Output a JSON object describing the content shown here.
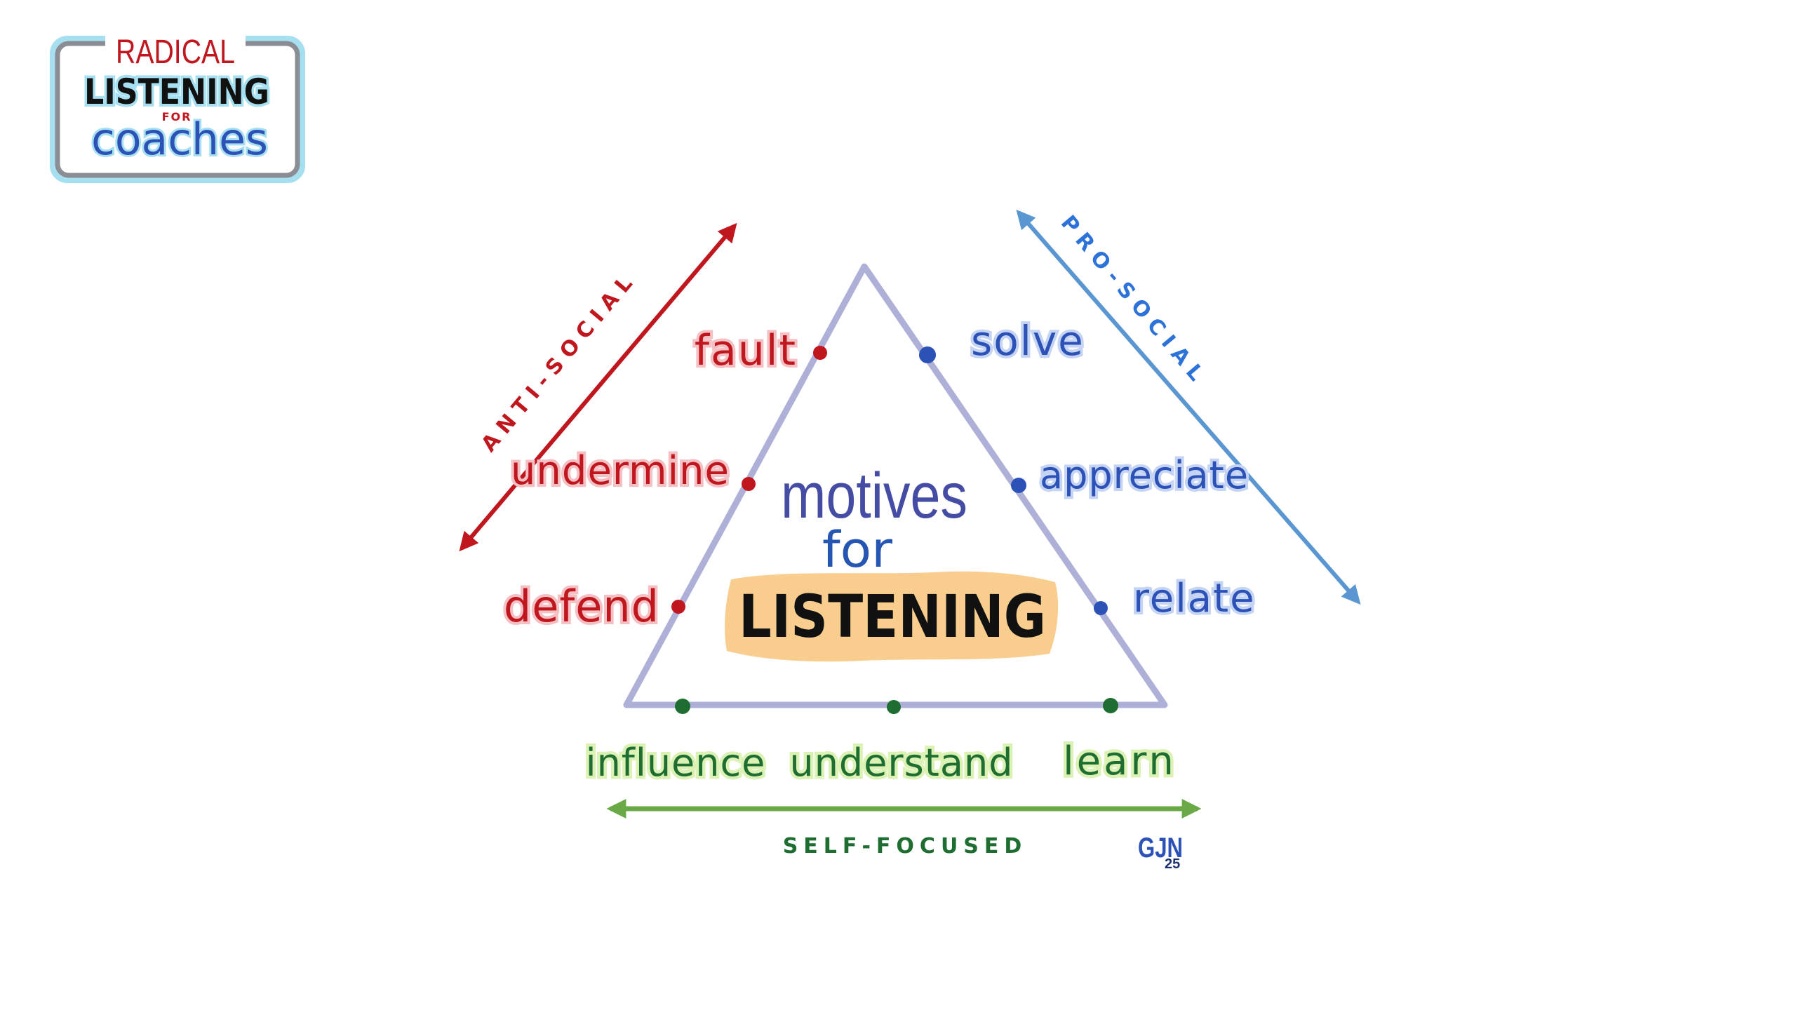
{
  "logo": {
    "line1": "RADICAL",
    "line2": "LISTENING",
    "line3": "FOR",
    "line4": "coaches"
  },
  "center": {
    "line1": "motives",
    "line2": "for",
    "line3": "LISTENING"
  },
  "anti_social": {
    "label": "ANTI-SOCIAL",
    "items": [
      "fault",
      "undermine",
      "defend"
    ]
  },
  "pro_social": {
    "label": "PRO-SOCIAL",
    "items": [
      "solve",
      "appreciate",
      "relate"
    ]
  },
  "self_focused": {
    "label": "SELF-FOCUSED",
    "items": [
      "influence",
      "understand",
      "learn"
    ]
  },
  "signature": {
    "initials": "GJN",
    "year": "25"
  },
  "colors": {
    "background": "#ffffff",
    "triangle": "#aeb0d8",
    "anti_social": "#c0161e",
    "anti_social_glow": "#f4c0c4",
    "pro_social_text": "#2c52b8",
    "pro_social_glow": "#c4d4f2",
    "pro_social_arrow": "#5a96d2",
    "self_focused_text": "#1e6e32",
    "self_focused_glow": "#dcf2b4",
    "self_focused_arrow": "#6aaa46",
    "center_text": "#444ca4",
    "center_for": "#2656b4",
    "listening_text": "#111111",
    "listening_highlight": "#f7c47a",
    "logo_red": "#c0161e",
    "logo_black": "#111111",
    "logo_blue": "#2c52b8",
    "logo_frame": "#8a8d93",
    "logo_glow": "#a6dff0"
  }
}
